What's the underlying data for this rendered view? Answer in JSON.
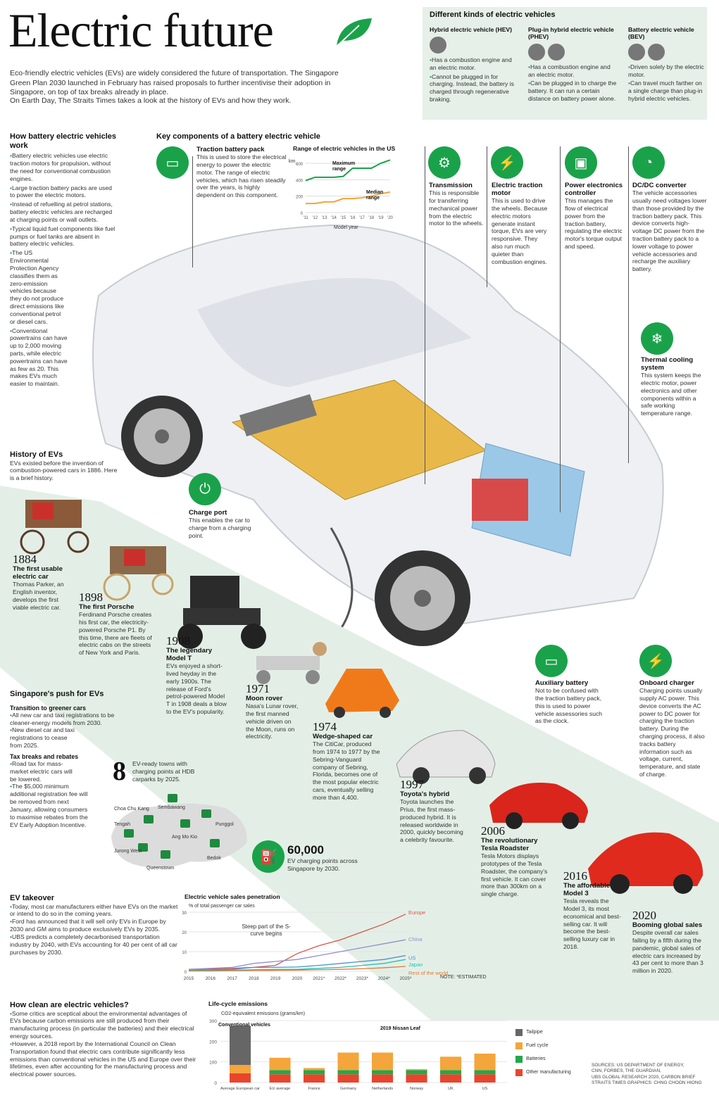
{
  "header": {
    "title": "Electric future",
    "intro": "Eco-friendly electric vehicles (EVs) are widely considered the future of transportation. The Singapore Green Plan 2030 launched in February has raised proposals to further incentivise their adoption in Singapore, on top of tax breaks already in place.",
    "intro2": "On Earth Day, The Straits Times takes a look at the history of EVs and how they work."
  },
  "kinds": {
    "title": "Different kinds of electric vehicles",
    "cols": [
      {
        "name": "Hybrid electric vehicle (HEV)",
        "points": [
          "Has a combustion engine and an electric motor.",
          "Cannot be plugged in for charging. Instead, the battery is charged through regenerative braking."
        ]
      },
      {
        "name": "Plug-in hybrid electric vehicle (PHEV)",
        "points": [
          "Has a combustion engine and an electric motor.",
          "Can be plugged in to charge the battery. It can run a certain distance on battery power alone."
        ]
      },
      {
        "name": "Battery electric vehicle (BEV)",
        "points": [
          "Driven solely by the electric motor.",
          "Can travel much farther on a single charge than plug-in hybrid electric vehicles."
        ]
      }
    ]
  },
  "how": {
    "title": "How battery electric vehicles work",
    "points": [
      "Battery electric vehicles use electric traction motors for propulsion, without the need for conventional combustion engines.",
      "Large traction battery packs are used to power the electric motors.",
      "Instead of refuelling at petrol stations, battery electric vehicles are recharged at charging points or wall outlets.",
      "Typical liquid fuel components like fuel pumps or fuel tanks are absent in battery electric vehicles.",
      "The US Environmental Protection Agency classifies them as zero-emission vehicles because they do not produce direct emissions like conventional petrol or diesel cars.",
      "Conventional powertrains can have up to 2,000 moving parts, while electric powertrains can have as few as 20. This makes EVs much easier to maintain."
    ]
  },
  "components": {
    "title": "Key components of a battery electric vehicle",
    "items": [
      {
        "name": "Traction battery pack",
        "text": "This is used to store the electrical energy to power the electric motor. The range of electric vehicles, which has risen steadily over the years, is highly dependent on this component."
      },
      {
        "name": "Transmission",
        "text": "This is responsible for transferring mechanical power from the electric motor to the wheels."
      },
      {
        "name": "Electric traction motor",
        "text": "This is used to drive the wheels. Because electric motors generate instant torque, EVs are very responsive. They also run much quieter than combustion engines."
      },
      {
        "name": "Power electronics controller",
        "text": "This manages the flow of electrical power from the traction battery, regulating the electric motor's torque output and speed."
      },
      {
        "name": "DC/DC converter",
        "text": "The vehicle accessories usually need voltages lower than those provided by the traction battery pack. This device converts high-voltage DC power from the traction battery pack to a lower voltage to power vehicle accessories and recharge the auxiliary battery."
      },
      {
        "name": "Thermal cooling system",
        "text": "This system keeps the electric motor, power electronics and other components within a safe working temperature range."
      },
      {
        "name": "Charge port",
        "text": "This enables the car to charge from a charging point."
      },
      {
        "name": "Auxiliary battery",
        "text": "Not to be confused with the traction battery pack, this is used to power vehicle assessories such as the clock."
      },
      {
        "name": "Onboard charger",
        "text": "Charging points usually supply AC power. This device converts the AC power to DC power for charging the traction battery. During the charging process, it also tracks battery information such as voltage, current, temperature, and state of charge."
      }
    ]
  },
  "range_chart": {
    "title": "Range of electric vehicles in the US",
    "unit": "km",
    "xlabel": "Model year",
    "labels": [
      "Maximum range",
      "Median range"
    ]
  },
  "history": {
    "title": "History of EVs",
    "intro": "EVs existed before the invention of combustion-powered cars in 1886. Here is a brief history.",
    "events": [
      {
        "year": "1884",
        "title": "The first usable electric car",
        "text": "Thomas Parker, an English inventor, develops the first viable electric car."
      },
      {
        "year": "1898",
        "title": "The first Porsche",
        "text": "Ferdinand Porsche creates his first car, the electricity-powered Porsche P1. By this time, there are fleets of electric cabs on the streets of New York and Paris."
      },
      {
        "year": "1908",
        "title": "The legendary Model T",
        "text": "EVs enjoyed a short-lived heyday in the early 1900s. The release of Ford's petrol-powered Model T in 1908 deals a blow to the EV's popularity."
      },
      {
        "year": "1971",
        "title": "Moon rover",
        "text": "Nasa's Lunar rover, the first manned vehicle driven on the Moon, runs on electricity."
      },
      {
        "year": "1974",
        "title": "Wedge-shaped car",
        "text": "The CitiCar, produced from 1974 to 1977 by the Sebring-Vanguard company of Sebring, Florida, becomes one of the most popular electric cars, eventually selling more than 4,400."
      },
      {
        "year": "1997",
        "title": "Toyota's hybrid",
        "text": "Toyota launches the Prius, the first mass-produced hybrid. It is released worldwide in 2000, quickly becoming a celebrity favourite."
      },
      {
        "year": "2006",
        "title": "The revolutionary Tesla Roadster",
        "text": "Tesla Motors displays prototypes of the Tesla Roadster, the company's first vehicle. It can cover more than 300km on a single charge."
      },
      {
        "year": "2016",
        "title": "The affordable Model 3",
        "text": "Tesla reveals the Model 3, its most economical and best-selling car. It will become the best-selling luxury car in 2018."
      },
      {
        "year": "2020",
        "title": "Booming global sales",
        "text": "Despite overall car sales falling by a fifth during the pandemic, global sales of electric cars increased by 43 per cent to more than 3 million in 2020."
      }
    ]
  },
  "singapore": {
    "title": "Singapore's push for EVs",
    "sub1": "Transition to greener cars",
    "p1": [
      "All new car and taxi registrations to be cleaner-energy models from 2030.",
      "New diesel car and taxi registrations to cease from 2025."
    ],
    "sub2": "Tax breaks and rebates",
    "p2": [
      "Road tax for mass-market electric cars will be lowered.",
      "The $5,000 minimum additional registration fee will be removed from next January, allowing consumers to maximise rebates from the EV Early Adoption Incentive."
    ],
    "towns_num": "8",
    "towns_text": "EV-ready towns with charging points at HDB carparks by 2025.",
    "towns": [
      "Choa Chu Kang",
      "Sembawang",
      "Tengah",
      "Punggol",
      "Ang Mo Kio",
      "Jurong West",
      "Bedok",
      "Queenstown"
    ],
    "points_num": "60,000",
    "points_text": "EV charging points across Singapore by 2030."
  },
  "takeover": {
    "title": "EV takeover",
    "points": [
      "Today, most car manufacturers either have EVs on the market or intend to do so in the coming years.",
      "Ford has announced that it will sell only EVs in Europe by 2030 and GM aims to produce exclusively EVs by 2035.",
      "UBS predicts a completely decarbonised transportation industry by 2040, with EVs accounting for 40 per cent of all car purchases by 2030."
    ]
  },
  "clean": {
    "title": "How clean are electric vehicles?",
    "points": [
      "Some critics are sceptical about the environmental advantages of EVs because carbon emissions are still produced from their manufacturing process (in particular the batteries) and their electrical energy sources.",
      "However, a 2018 report by the International Council on Clean Transportation found that electric cars contribute significantly less emissions than conventional vehicles in the US and Europe over their lifetimes, even after accounting for the manufacturing process and electrical power sources."
    ]
  },
  "sources": [
    "SOURCES: US DEPARTMENT OF ENERGY,",
    "CNN, FORBES, THE GUARDIAN,",
    "UBS GLOBAL RESEARCH 2020, CARBON BRIEF",
    "STRAITS TIMES GRAPHICS: CHNG CHOON HIONG"
  ],
  "chart_data": [
    {
      "type": "line",
      "title": "Range of electric vehicles in the US",
      "ylabel": "km",
      "xlabel": "Model year",
      "x": [
        "'11",
        "'12",
        "'13",
        "'14",
        "'15",
        "'16",
        "'17",
        "'18",
        "'19",
        "'20"
      ],
      "ylim": [
        0,
        600
      ],
      "series": [
        {
          "name": "Maximum range",
          "values": [
            390,
            430,
            430,
            430,
            440,
            540,
            540,
            540,
            600,
            640
          ]
        },
        {
          "name": "Median range",
          "values": [
            110,
            110,
            130,
            130,
            170,
            170,
            180,
            200,
            230,
            250
          ]
        }
      ]
    },
    {
      "type": "line",
      "title": "Electric vehicle sales penetration",
      "ylabel": "% of total passenger car sales",
      "x": [
        "2015",
        "2016",
        "2017",
        "2018",
        "2019",
        "2020",
        "2021*",
        "2022*",
        "2023*",
        "2024*",
        "2025*"
      ],
      "ylim": [
        0,
        30
      ],
      "annotation": "Steep part of the S-curve begins",
      "note": "NOTE: *ESTIMATED",
      "series": [
        {
          "name": "Europe",
          "color": "#d9534f",
          "values": [
            1,
            1.2,
            1.5,
            2,
            3,
            9,
            13,
            16,
            20,
            24,
            29
          ]
        },
        {
          "name": "China",
          "color": "#8f8fcf",
          "values": [
            1,
            1.5,
            2,
            4,
            5,
            6,
            8,
            10,
            12,
            14,
            16
          ]
        },
        {
          "name": "US",
          "color": "#4a8fcf",
          "values": [
            0.5,
            0.8,
            1,
            2,
            2,
            2.2,
            3,
            4,
            5,
            6,
            8
          ]
        },
        {
          "name": "Japan",
          "color": "#2cbfb0",
          "values": [
            0.5,
            0.5,
            0.6,
            0.8,
            1,
            1,
            1.5,
            2,
            3,
            4,
            6
          ]
        },
        {
          "name": "Rest of the world",
          "color": "#e07b39",
          "values": [
            0.2,
            0.2,
            0.3,
            0.4,
            0.5,
            0.6,
            0.8,
            1,
            1.3,
            1.8,
            2.5
          ]
        }
      ]
    },
    {
      "type": "bar",
      "title": "Life-cycle emissions",
      "ylabel": "CO2-equivalent emissions (grams/km)",
      "ylim": [
        0,
        300
      ],
      "groups": [
        "Conventional vehicles",
        "2019 Nissan Leaf"
      ],
      "categories": [
        "Average European car",
        "EU average",
        "France",
        "Germany",
        "Netherlands",
        "Norway",
        "UK",
        "US"
      ],
      "legend": [
        "Tailpipe",
        "Fuel cycle",
        "Batteries",
        "Other manufacturing"
      ],
      "colors": {
        "Tailpipe": "#666666",
        "Fuel cycle": "#f4a53b",
        "Batteries": "#22a84a",
        "Other manufacturing": "#e8452c"
      },
      "series": [
        {
          "name": "Tailpipe",
          "values": [
            190,
            0,
            0,
            0,
            0,
            0,
            0,
            0
          ]
        },
        {
          "name": "Fuel cycle",
          "values": [
            40,
            60,
            10,
            85,
            85,
            5,
            65,
            80
          ]
        },
        {
          "name": "Batteries",
          "values": [
            0,
            20,
            20,
            20,
            20,
            20,
            20,
            20
          ]
        },
        {
          "name": "Other manufacturing",
          "values": [
            45,
            40,
            40,
            40,
            40,
            40,
            40,
            40
          ]
        }
      ]
    }
  ]
}
